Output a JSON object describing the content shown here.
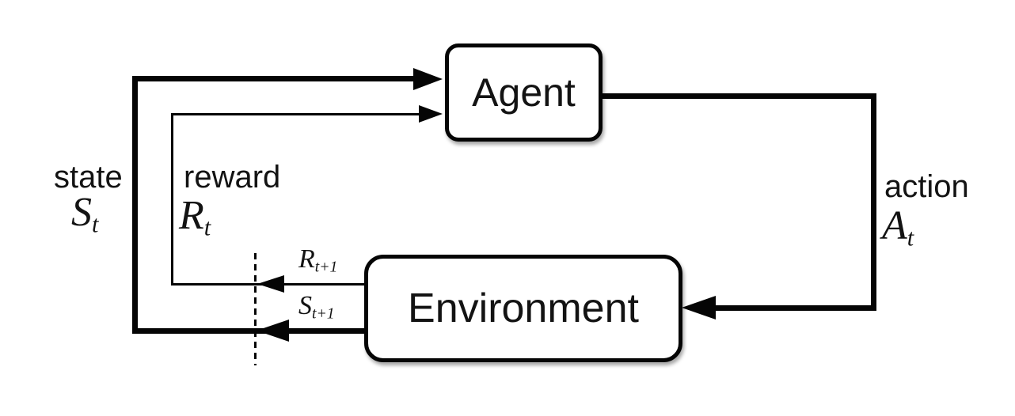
{
  "nodes": {
    "agent": {
      "label": "Agent"
    },
    "environment": {
      "label": "Environment"
    }
  },
  "labels": {
    "state": {
      "word": "state",
      "symbol": "S",
      "sub": "t"
    },
    "reward": {
      "word": "reward",
      "symbol": "R",
      "sub": "t"
    },
    "action": {
      "word": "action",
      "symbol": "A",
      "sub": "t"
    },
    "next_reward": {
      "symbol": "R",
      "sub": "t+1"
    },
    "next_state": {
      "symbol": "S",
      "sub": "t+1"
    }
  },
  "colors": {
    "line": "#050505",
    "background": "#ffffff",
    "text": "#131313"
  }
}
